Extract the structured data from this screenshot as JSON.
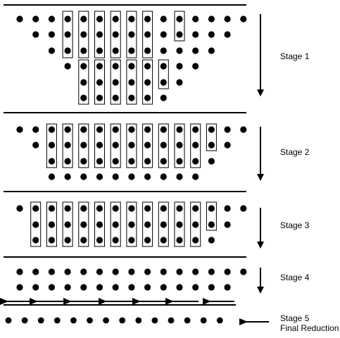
{
  "stages": [
    {
      "label": "Stage 1"
    },
    {
      "label": "Stage 2"
    },
    {
      "label": "Stage 3"
    },
    {
      "label": "Stage 4"
    },
    {
      "label": "Stage 5",
      "sublabel": "Final Reduction"
    }
  ],
  "colors": {
    "dot": "#000000",
    "line": "#000000",
    "background": "#ffffff"
  }
}
